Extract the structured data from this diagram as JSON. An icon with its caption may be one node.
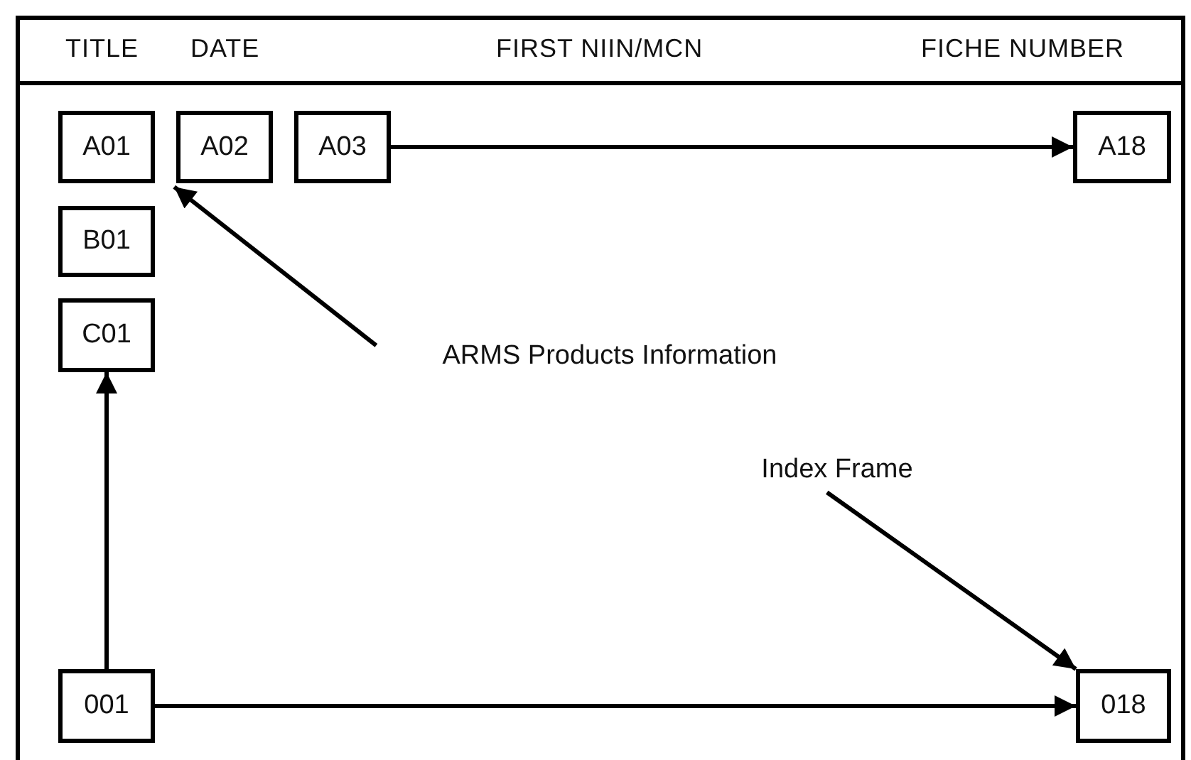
{
  "diagram": {
    "nodes": [
      {
        "text": [
          "A01"
        ]
      },
      {
        "text": [
          "A02"
        ]
      },
      {
        "text": [
          "A03"
        ]
      },
      {
        "text": [
          "A18"
        ]
      },
      {
        "text": [
          "B01"
        ]
      },
      {
        "text": [
          "C01"
        ]
      },
      {
        "text": [
          "ARMS Products Information"
        ]
      },
      {
        "text": [
          "Index Frame"
        ]
      },
      {
        "text": [
          "001"
        ]
      },
      {
        "text": [
          "018"
        ]
      }
    ],
    "edges": [
      {
        "from": 2,
        "to": 3,
        "arrow": "to"
      },
      {
        "from": 6,
        "to": 0,
        "arrow": "to"
      },
      {
        "from": 7,
        "to": 9,
        "arrow": "to"
      },
      {
        "from": 8,
        "to": 5,
        "arrow": "to"
      },
      {
        "from": 8,
        "to": 9,
        "arrow": "to"
      }
    ],
    "labels": [
      "TITLE",
      "DATE",
      "FIRST NIIN/MCN",
      "FICHE NUMBER"
    ]
  }
}
